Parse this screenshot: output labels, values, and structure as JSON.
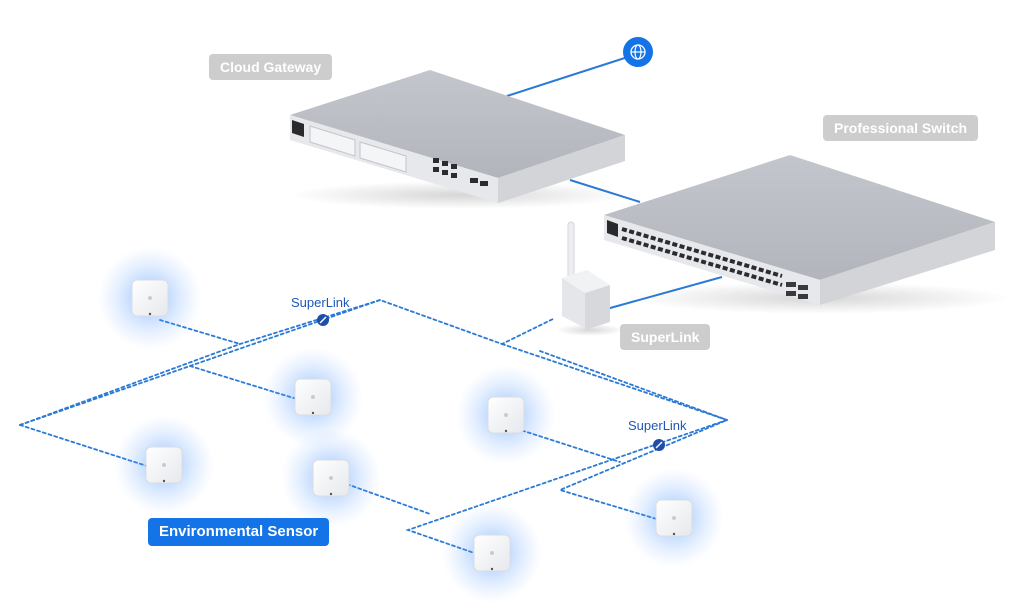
{
  "labels": {
    "cloud_gateway": "Cloud Gateway",
    "professional_switch": "Professional Switch",
    "superlink_device": "SuperLink",
    "environmental_sensor": "Environmental Sensor"
  },
  "link_labels": {
    "left": "SuperLink",
    "right": "SuperLink"
  },
  "icons": {
    "internet": "globe-icon",
    "link_marker": "link-node-icon"
  },
  "colors": {
    "accent_blue": "#1473e6",
    "link_line": "#2a7ad6",
    "link_text": "#1f57b8",
    "sensor_glow": "#3d8cff",
    "badge_grey": "#cdcdcd"
  }
}
